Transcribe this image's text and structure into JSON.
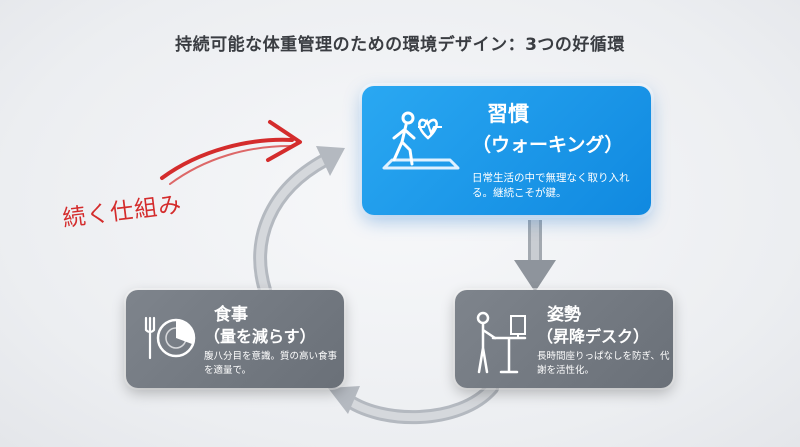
{
  "title": "持続可能な体重管理のための環境デザイン：3つの好循環",
  "annotation": "続く仕組み",
  "cards": {
    "habit": {
      "title": "習慣",
      "subtitle": "（ウォーキング）",
      "description": "日常生活の中で無理なく取り入れる。継続こそが鍵。",
      "icon": "walking-person-icon"
    },
    "posture": {
      "title": "姿勢",
      "subtitle": "（昇降デスク）",
      "description": "長時間座りっぱなしを防ぎ、代謝を活性化。",
      "icon": "standing-desk-icon"
    },
    "diet": {
      "title": "食事",
      "subtitle": "（量を減らす）",
      "description": "腹八分目を意識。質の高い食事を適量で。",
      "icon": "plate-cutlery-icon"
    }
  },
  "colors": {
    "habit_card": "#1a96e8",
    "gray_card": "#767c84",
    "arrow": "#9ea4ac",
    "annotation": "#d42c2c"
  }
}
